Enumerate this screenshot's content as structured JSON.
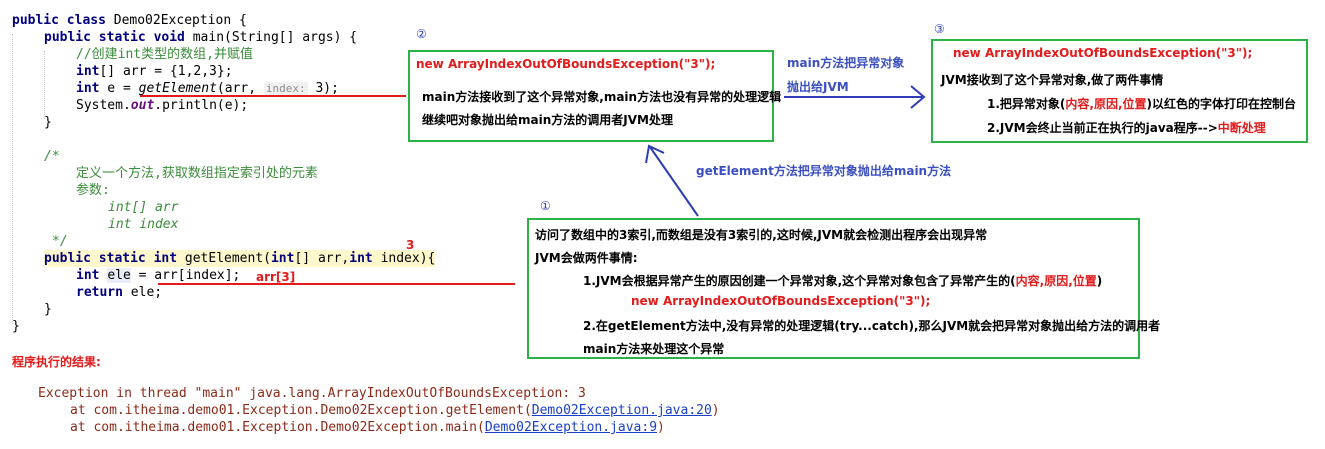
{
  "code": {
    "l1": [
      "public class",
      " Demo02Exception {"
    ],
    "l2": [
      "public static void",
      " main(String[] args) {"
    ],
    "l3": "//创建int类型的数组,并赋值",
    "l4": [
      "int",
      "[] arr = {1,2,3};"
    ],
    "l5": {
      "t1": "int",
      "t2": " e = ",
      "call": "getElement",
      "t3": "(arr, ",
      "hint": "index:",
      "t4": " 3);"
    },
    "l6": {
      "t1": "System.",
      "out": "out",
      "t2": ".println(e);"
    },
    "l7": "}",
    "l8": "/*",
    "l9": "定义一个方法,获取数组指定索引处的元素",
    "l10": "参数:",
    "l11": "int[] arr",
    "l12": "int index",
    "l13": "*/",
    "l14": {
      "kw": "public static int",
      "t1": " getElement(",
      "kw2": "int",
      "t2": "[] arr,",
      "kw3": "int",
      "t3": " index){"
    },
    "l15": {
      "kw": "int",
      "var": "ele",
      "t1": " = arr[index];"
    },
    "l16": {
      "kw": "return",
      "t1": " ele;"
    },
    "l17": "}",
    "l18": "}"
  },
  "annotations": {
    "index_num": "3",
    "arr_label": "arr[3]",
    "arrow_main_to_jvm": [
      "main方法把异常对象",
      "抛出给JVM"
    ],
    "arrow_get_to_main": "getElement方法把异常对象抛出给main方法"
  },
  "box1": {
    "badge": "①",
    "lines": [
      "访问了数组中的3索引,而数组是没有3索引的,这时候,JVM就会检测出程序会出现异常",
      "JVM会做两件事情:",
      "1.JVM会根据异常产生的原因创建一个异常对象,这个异常对象包含了异常产生的(",
      "new ArrayIndexOutOfBoundsException(\"3\");",
      "2.在getElement方法中,没有异常的处理逻辑(try...catch),那么JVM就会把异常对象抛出给方法的调用者",
      "main方法来处理这个异常"
    ],
    "red_part": "内容,原因,位置",
    "close": ")"
  },
  "box2": {
    "badge": "②",
    "lines": [
      "new ArrayIndexOutOfBoundsException(\"3\");",
      "main方法接收到了这个异常对象,main方法也没有异常的处理逻辑",
      "继续吧对象抛出给main方法的调用者JVM处理"
    ]
  },
  "box3": {
    "badge": "③",
    "lines": [
      "new ArrayIndexOutOfBoundsException(\"3\");",
      "JVM接收到了这个异常对象,做了两件事情",
      "1.把异常对象(",
      "2.JVM会终止当前正在执行的java程序-->"
    ],
    "red1": "内容,原因,位置",
    "after1": ")以红色的字体打印在控制台",
    "red2": "中断处理"
  },
  "result": {
    "title": "程序执行的结果:",
    "line1": "Exception in thread \"main\" java.lang.ArrayIndexOutOfBoundsException: 3",
    "line2_pre": "at com.itheima.demo01.Exception.Demo02Exception.getElement(",
    "line2_link": "Demo02Exception.java:20",
    "line2_post": ")",
    "line3_pre": "at com.itheima.demo01.Exception.Demo02Exception.main(",
    "line3_link": "Demo02Exception.java:9",
    "line3_post": ")"
  },
  "colors": {
    "box_border": "#2db24a",
    "arrow_red": "#e21b1b",
    "arrow_blue": "#2e3db4",
    "annotation_blue": "#3c4fc0"
  }
}
